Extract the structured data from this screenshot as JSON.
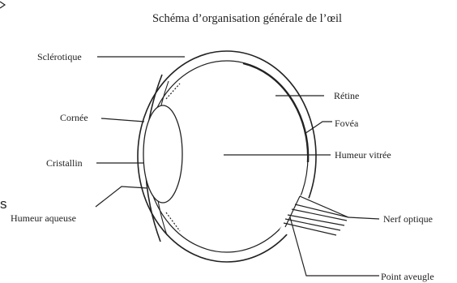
{
  "title": "Schéma d’organisation générale de l’œil",
  "labels": {
    "sclerotique": "Sclérotique",
    "cornee": "Cornée",
    "cristallin": "Cristallin",
    "humeur_aqueuse": "Humeur  aqueuse",
    "retine": "Rétine",
    "fovea": "Fovéa",
    "humeur_vitree": "Humeur vitrée",
    "nerf_optique": "Nerf optique",
    "point_aveugle": "Point aveugle"
  },
  "stray_marks": {
    "left_letter": "s"
  }
}
